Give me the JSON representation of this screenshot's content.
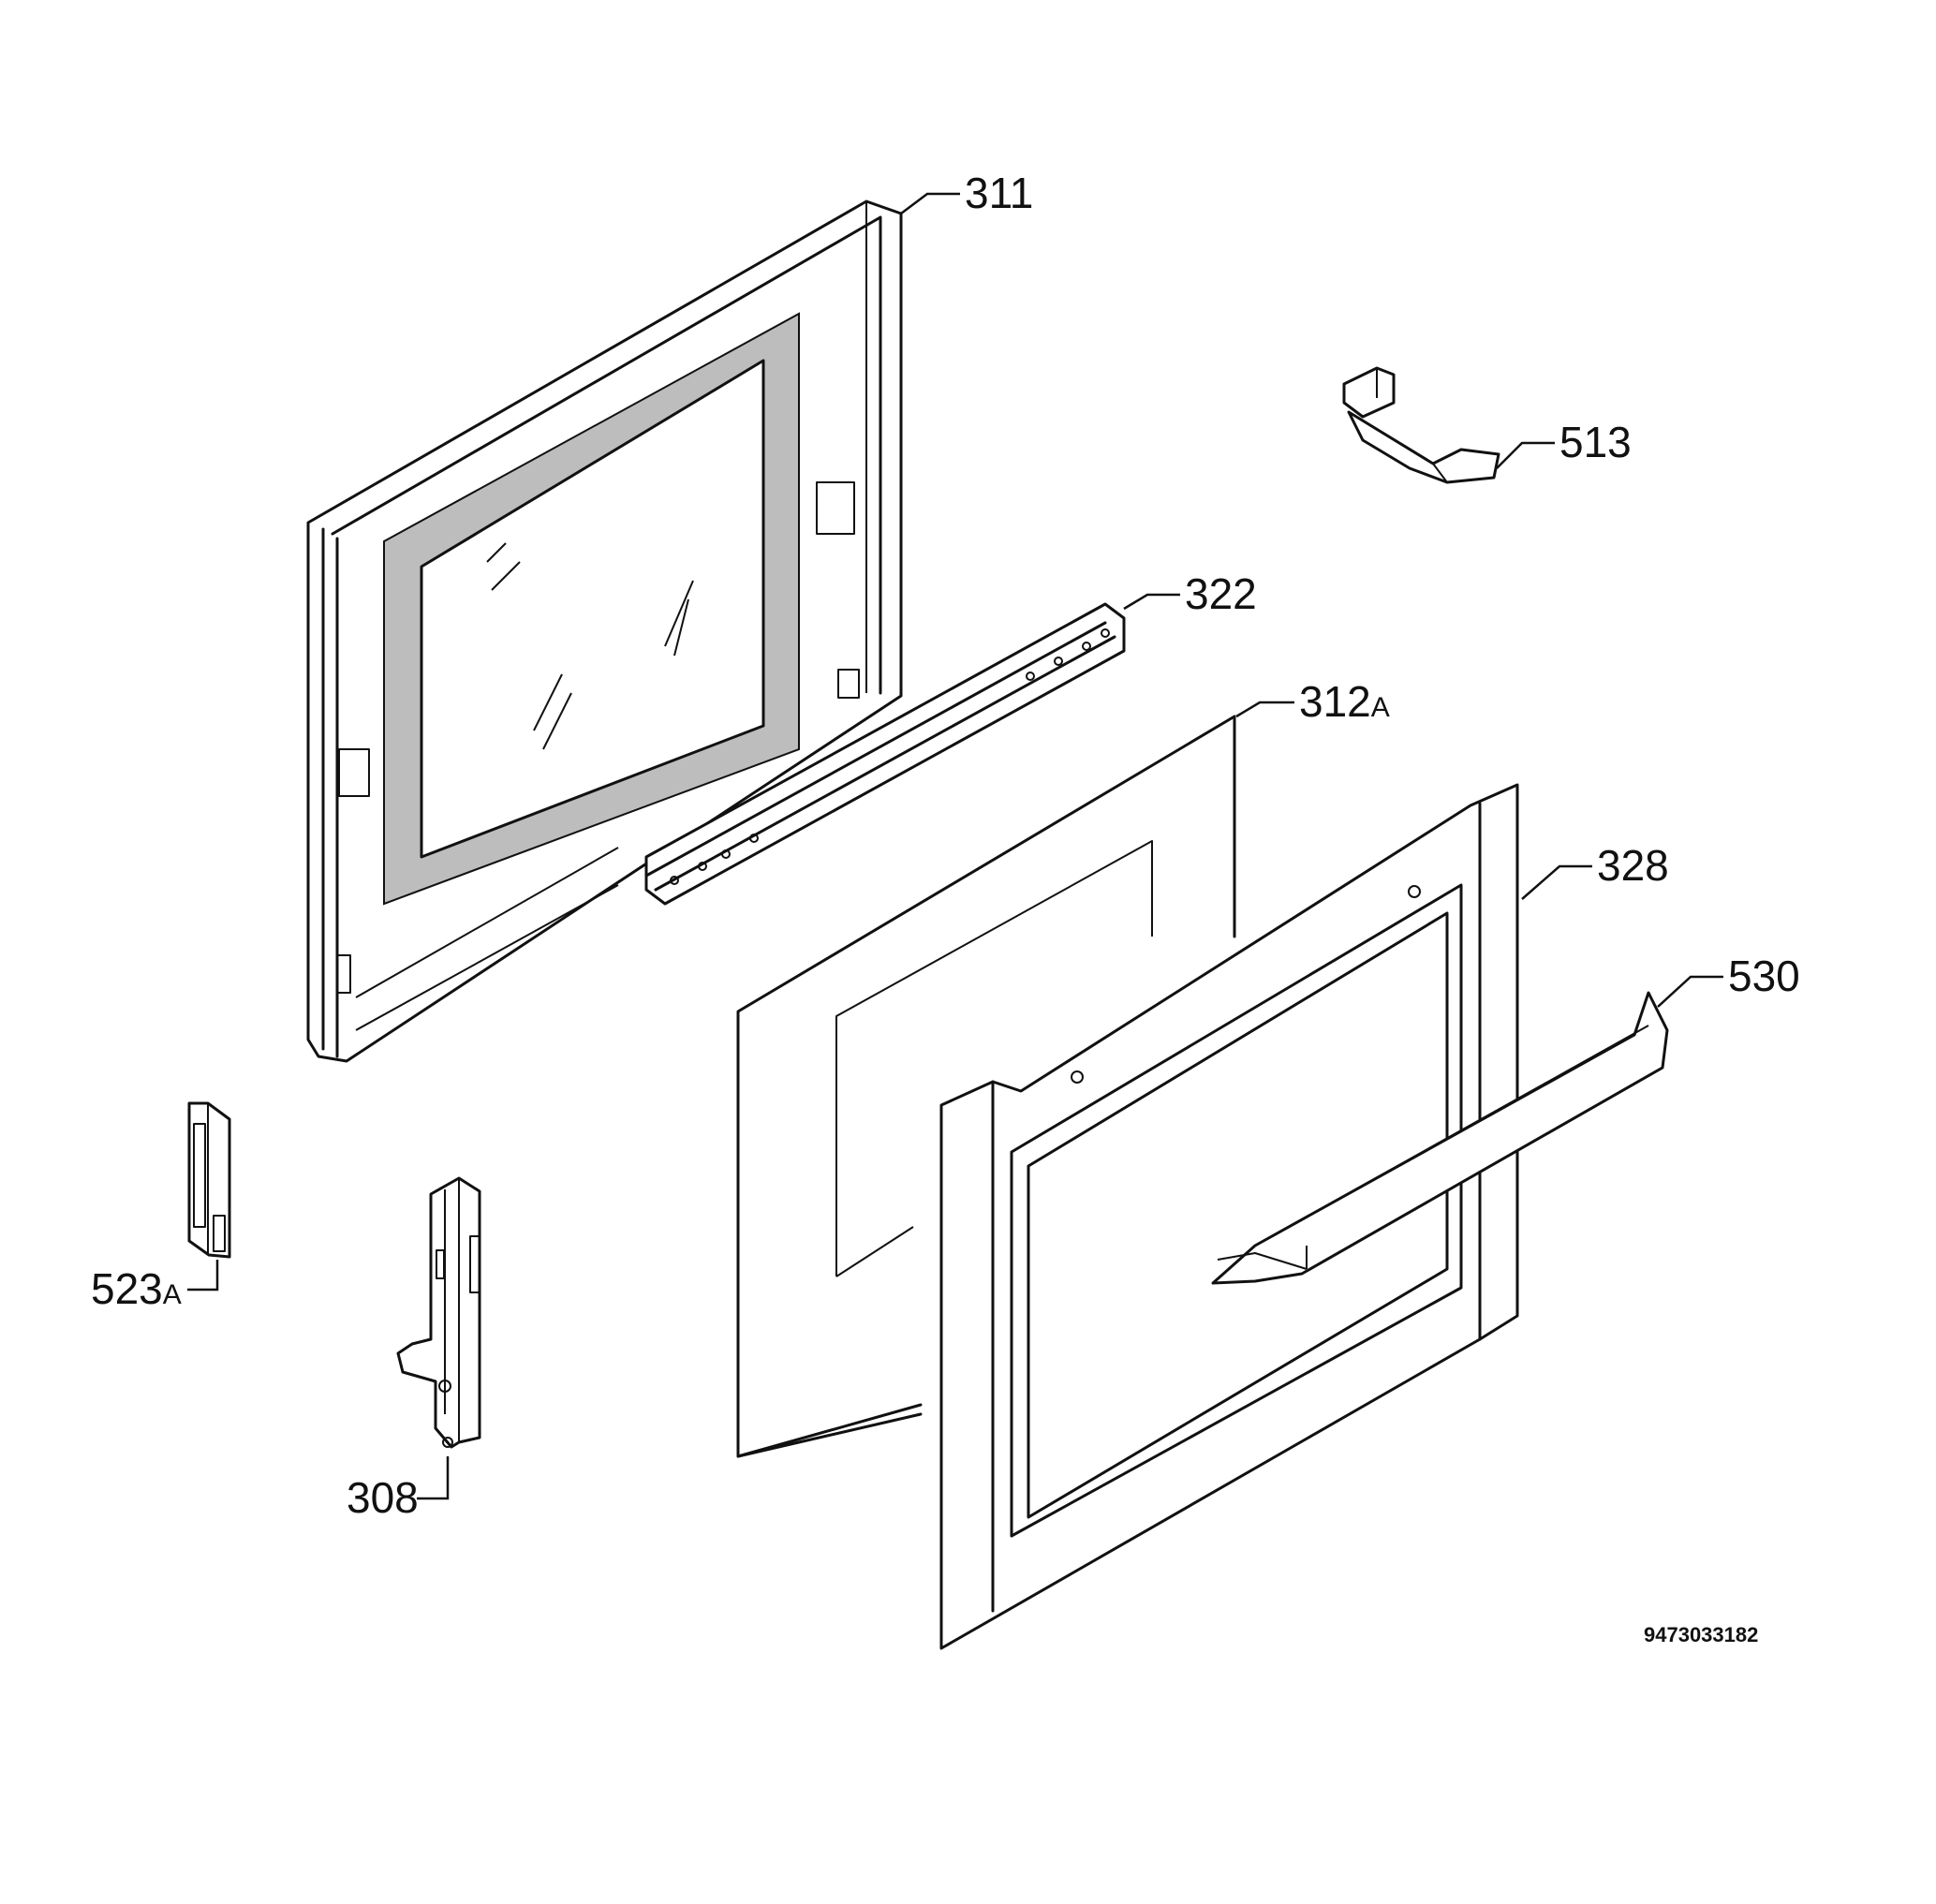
{
  "parts": [
    {
      "id": "p311",
      "number": "311"
    },
    {
      "id": "p513",
      "number": "513"
    },
    {
      "id": "p322",
      "number": "322"
    },
    {
      "id": "p312a",
      "number": "312",
      "suffix": "A"
    },
    {
      "id": "p328",
      "number": "328"
    },
    {
      "id": "p530",
      "number": "530"
    },
    {
      "id": "p523a",
      "number": "523",
      "suffix": "A"
    },
    {
      "id": "p308",
      "number": "308"
    }
  ],
  "drawing_code": "9473033182"
}
